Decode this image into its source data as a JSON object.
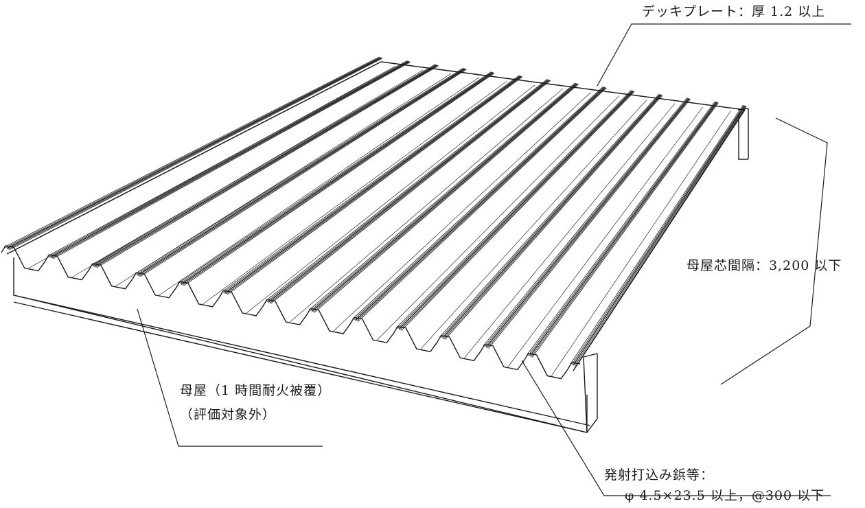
{
  "labels": {
    "deck_plate": "デッキプレート：厚 1.2 以上",
    "purlin_spacing": "母屋芯間隔：3,200 以下",
    "purlin_line1": "母屋（1 時間耐火被覆）",
    "purlin_line2": "（評価対象外）",
    "fastener_line1": "発射打込み鋲等：",
    "fastener_line2": "φ 4.5×23.5 以上，@300 以下"
  },
  "colors": {
    "ink": "#1a1a1a",
    "ridge": "#2a2a2a",
    "paper": "#ffffff"
  }
}
